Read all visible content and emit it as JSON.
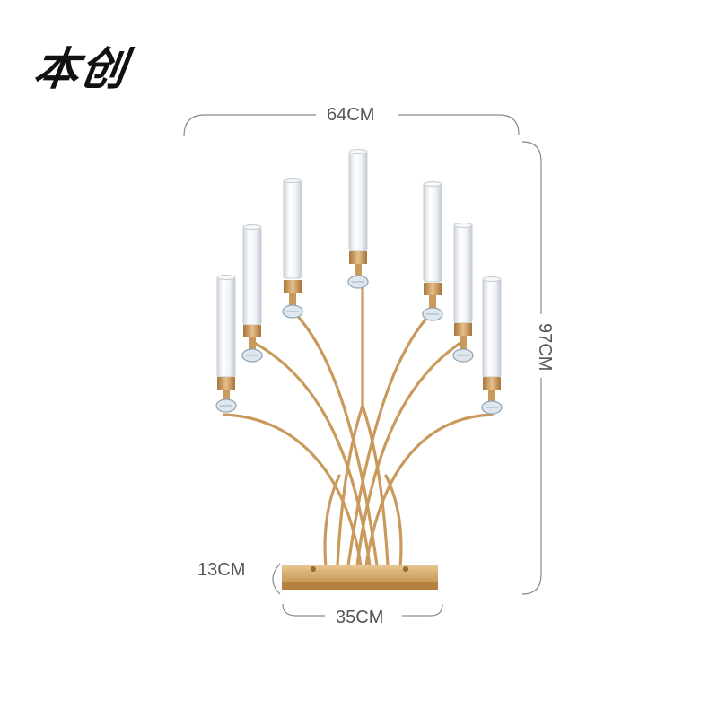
{
  "brand": {
    "logo_text": "本创"
  },
  "dimensions": {
    "width": "64CM",
    "height": "97CM",
    "base_height": "13CM",
    "base_width": "35CM"
  },
  "product": {
    "candle_count": 7,
    "colors": {
      "gold": "#c99a5b",
      "gold_dark": "#a8743a",
      "tube": "#e9edf1",
      "line": "#8a8a8a"
    }
  }
}
